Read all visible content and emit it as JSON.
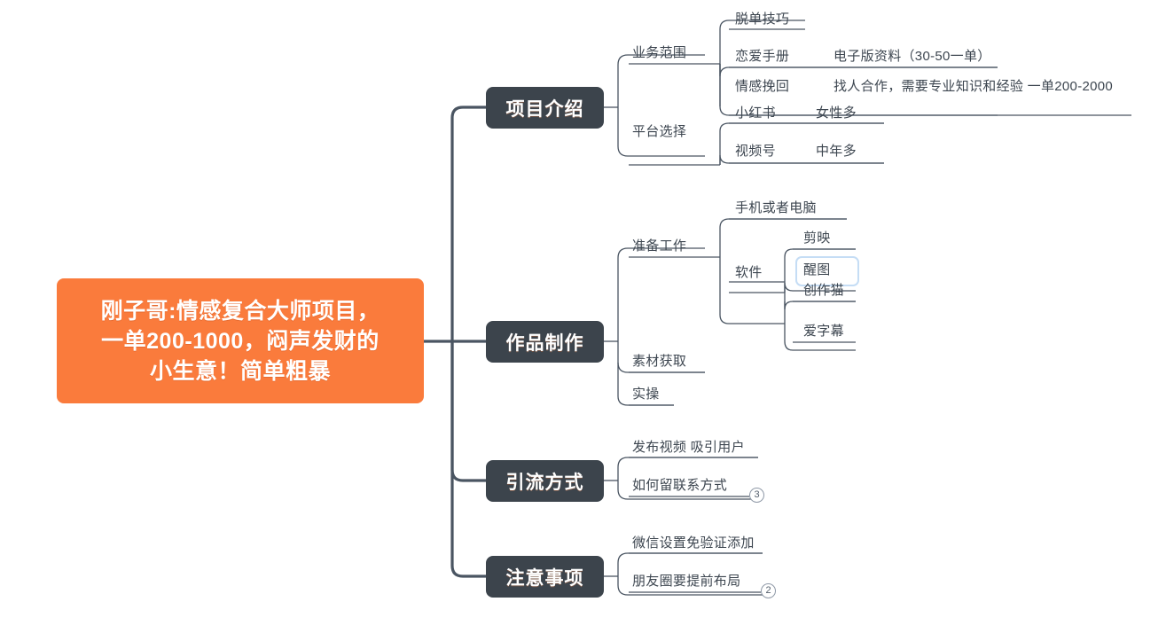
{
  "colors": {
    "root_fill": "#fa7b3c",
    "branch_fill": "#3c444c",
    "link": "#4a5562",
    "text": "#3d4650",
    "selection": "#c5ddf5",
    "background": "#ffffff"
  },
  "root": {
    "label": "刚子哥:情感复合大师项目，\n一单200-1000，闷声发财的\n小生意！简单粗暴"
  },
  "branches": [
    {
      "label": "项目介绍",
      "children": [
        {
          "label": "业务范围",
          "children": [
            {
              "label": "脱单技巧",
              "detail": ""
            },
            {
              "label": "恋爱手册",
              "detail": "电子版资料（30-50一单）"
            },
            {
              "label": "情感挽回",
              "detail": "找人合作，需要专业知识和经验  一单200-2000"
            }
          ]
        },
        {
          "label": "平台选择",
          "children": [
            {
              "label": "小红书",
              "detail": "女性多"
            },
            {
              "label": "视频号",
              "detail": "中年多"
            }
          ]
        }
      ]
    },
    {
      "label": "作品制作",
      "children": [
        {
          "label": "准备工作",
          "children": [
            {
              "label": "手机或者电脑",
              "detail": ""
            },
            {
              "label": "软件",
              "detail": "",
              "children": [
                {
                  "label": "剪映",
                  "selected": false
                },
                {
                  "label": "醒图",
                  "selected": true
                },
                {
                  "label": "创作猫",
                  "selected": false
                },
                {
                  "label": "爱字幕",
                  "selected": false
                }
              ]
            }
          ]
        },
        {
          "label": "素材获取",
          "children": []
        },
        {
          "label": "实操",
          "children": []
        }
      ]
    },
    {
      "label": "引流方式",
      "children": [
        {
          "label": "发布视频 吸引用户",
          "badge": ""
        },
        {
          "label": "如何留联系方式",
          "badge": "3"
        }
      ]
    },
    {
      "label": "注意事项",
      "children": [
        {
          "label": "微信设置免验证添加",
          "badge": ""
        },
        {
          "label": "朋友圈要提前布局",
          "badge": "2"
        }
      ]
    }
  ]
}
